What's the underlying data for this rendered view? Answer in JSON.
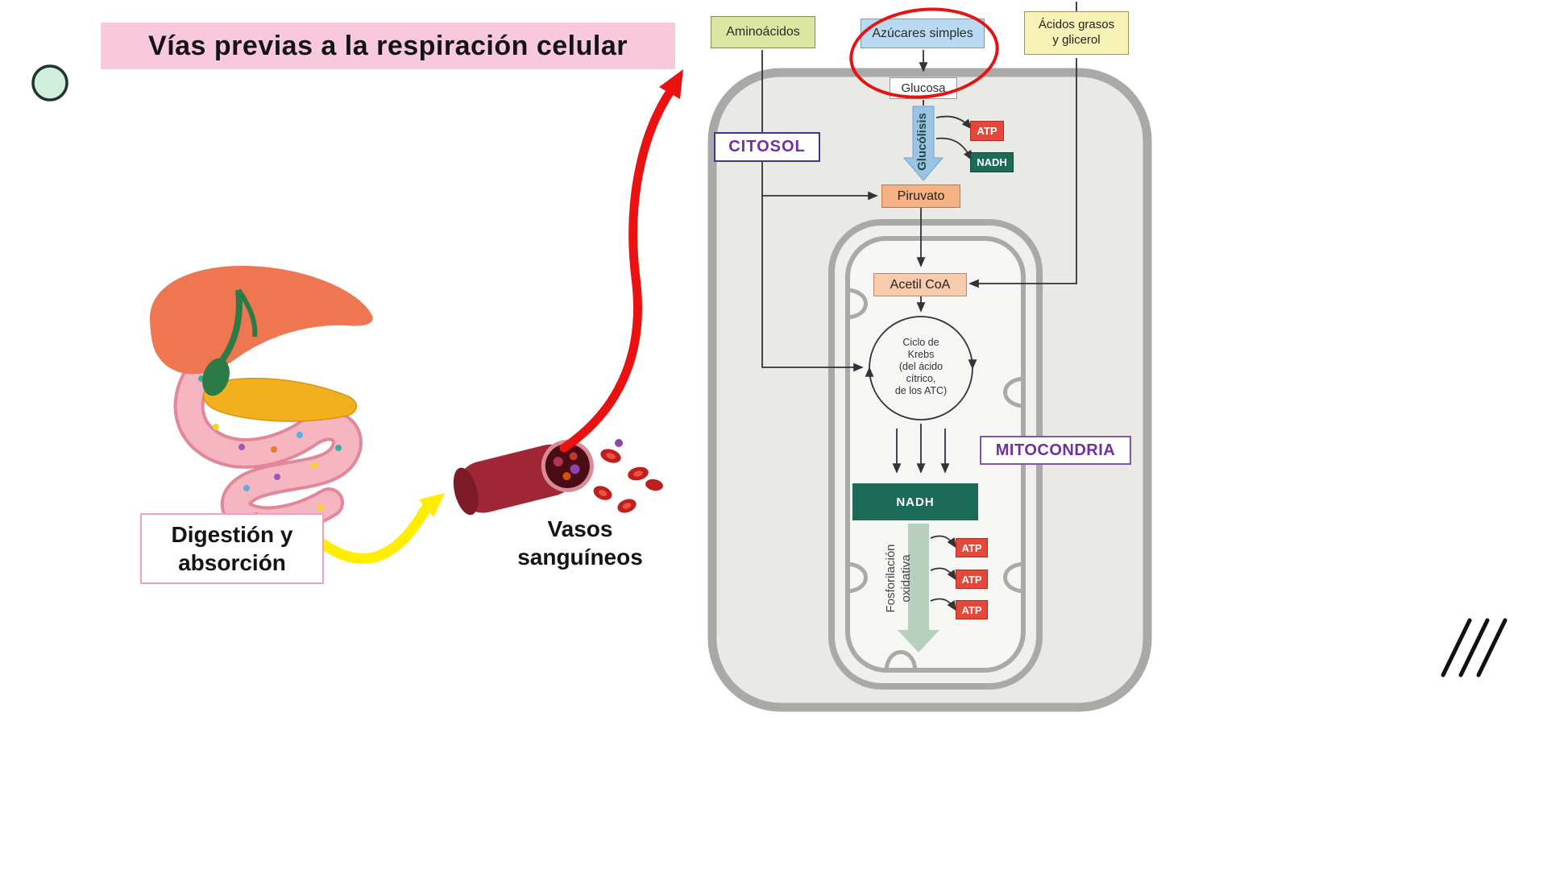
{
  "slide": {
    "title": "Vías previas a  la  respiración celular"
  },
  "left_panel": {
    "digestion_label": [
      "Digestión y",
      "absorción"
    ],
    "vessels_label": [
      "Vasos",
      "sanguíneos"
    ]
  },
  "diagram": {
    "sources": {
      "amino": "Aminoácidos",
      "sugars": "Azúcares simples",
      "fats": [
        "Ácidos grasos",
        "y glicerol"
      ]
    },
    "glucose": "Glucosa",
    "cytosol": "CITOSOL",
    "glycolysis": {
      "label": "Glucólisis",
      "atp": "ATP",
      "nadh": "NADH"
    },
    "pyruvate": "Piruvato",
    "acetyl_coa": "Acetil CoA",
    "krebs": {
      "lines": [
        "Ciclo de",
        "Krebs",
        "(del ácido",
        "cítrico,",
        "de los ATC)"
      ]
    },
    "mitochondria_label": "MITOCONDRIA",
    "nadh_box": "NADH",
    "oxphos": {
      "label": [
        "Fosforilación",
        "oxidativa"
      ],
      "atp": [
        "ATP",
        "ATP",
        "ATP"
      ]
    }
  },
  "colors": {
    "title_bg": "#f8c8dc",
    "highlight_red": "#e41414",
    "atp_bg": "#e4483a",
    "nadh_bg": "#1c6a58",
    "purple_label": "#7030a0",
    "cell_fill": "#e9e9e6",
    "membrane": "#a9a9a7",
    "amino_bg": "#dbe6a3",
    "sugars_bg": "#badaf2",
    "fats_bg": "#f7f2b5",
    "pyruvate_bg": "#f5b183",
    "acetyl_bg": "#f8cbad",
    "glycolysis_arrow": "#9cc3e4",
    "oxphos_arrow": "#b5d0bd",
    "yellow_arrow": "#ffed00",
    "red_arrow": "#ea1111"
  }
}
